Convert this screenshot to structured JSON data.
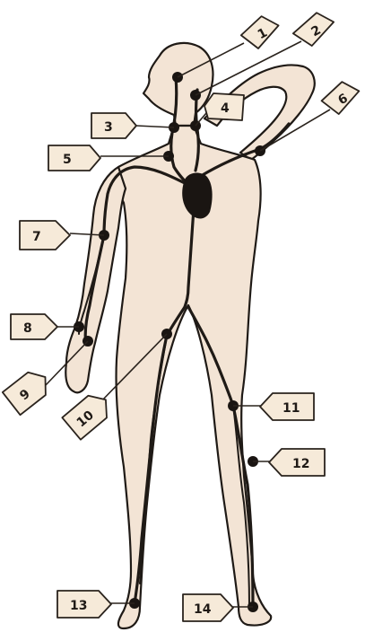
{
  "diagram": {
    "colors": {
      "skin": "#f3e4d5",
      "outline": "#1f1a16",
      "vessel": "#1f1a16",
      "point": "#1a1512",
      "tag_fill": "#f6ead9",
      "tag_stroke": "#2a231d"
    },
    "markers": [
      {
        "label": "1"
      },
      {
        "label": "2"
      },
      {
        "label": "3"
      },
      {
        "label": "4"
      },
      {
        "label": "5"
      },
      {
        "label": "6"
      },
      {
        "label": "7"
      },
      {
        "label": "8"
      },
      {
        "label": "9"
      },
      {
        "label": "10"
      },
      {
        "label": "11"
      },
      {
        "label": "12"
      },
      {
        "label": "13"
      },
      {
        "label": "14"
      }
    ]
  }
}
